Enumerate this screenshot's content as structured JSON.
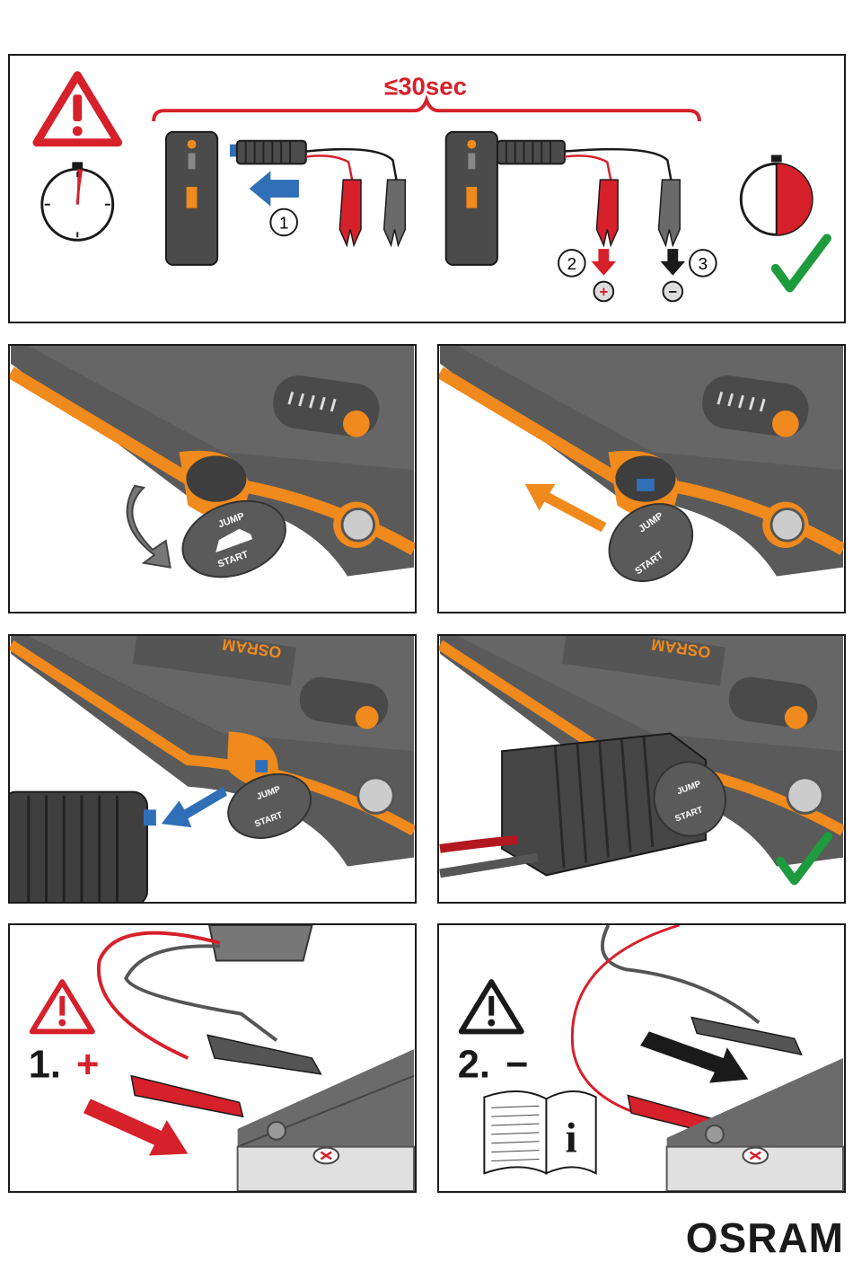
{
  "top": {
    "time_limit": "≤30sec",
    "step_1": "1",
    "step_2": "2",
    "step_3": "3",
    "plus_symbol": "+",
    "minus_symbol": "−",
    "device_brand": "OSRAM"
  },
  "cover_label": {
    "line1": "JUMP",
    "line2": "START"
  },
  "device_brand": "OSRAM",
  "connect_steps": {
    "step1": "1.",
    "step1_sign": "+",
    "step2": "2.",
    "step2_sign": "−"
  },
  "manual_symbol": "i",
  "footer": {
    "logo": "OSRAM"
  },
  "colors": {
    "red": "#d6202a",
    "orange": "#f08a1c",
    "blue": "#2f6fb7",
    "green": "#1e9b3c",
    "dark": "#4b4b4b"
  }
}
